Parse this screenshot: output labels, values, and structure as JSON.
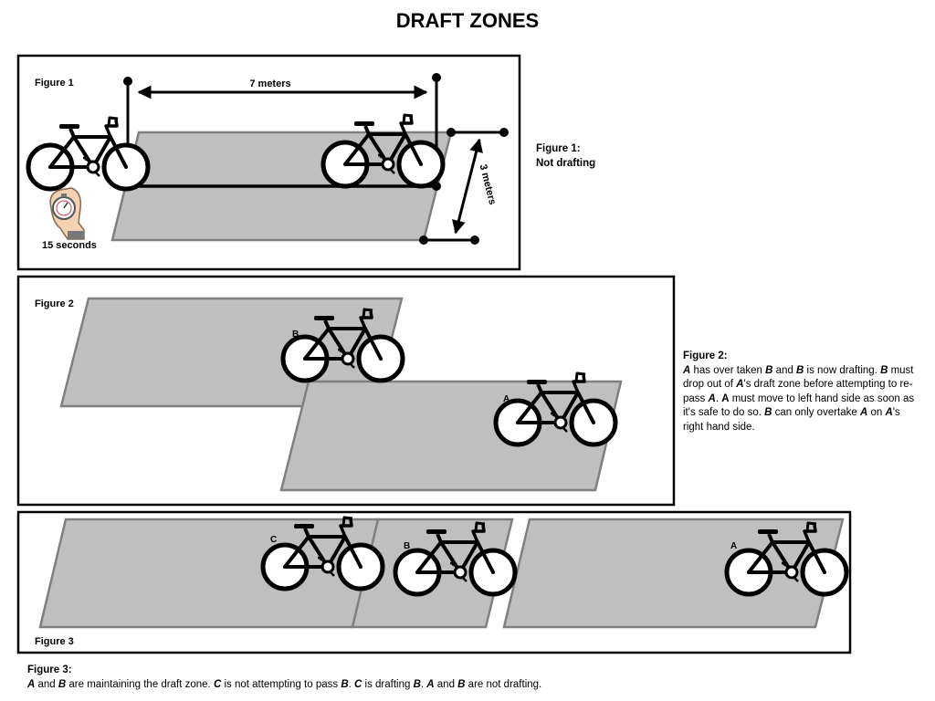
{
  "title": "DRAFT ZONES",
  "figure1": {
    "label": "Figure 1",
    "length_label": "7 meters",
    "width_label": "3 meters",
    "time_label": "15 seconds",
    "caption_head": "Figure 1:",
    "caption_text": "Not drafting"
  },
  "figure2": {
    "label": "Figure 2",
    "rider_b": "B",
    "rider_a": "A",
    "caption_head": "Figure 2:",
    "caption_parts": [
      {
        "t": "A",
        "s": "bi"
      },
      {
        "t": " has over taken ",
        "s": ""
      },
      {
        "t": "B",
        "s": "bi"
      },
      {
        "t": " and ",
        "s": ""
      },
      {
        "t": "B",
        "s": "bi"
      },
      {
        "t": " is now drafting. ",
        "s": ""
      },
      {
        "t": "B",
        "s": "bi"
      },
      {
        "t": " must drop out of ",
        "s": ""
      },
      {
        "t": "A",
        "s": "bi"
      },
      {
        "t": "'s draft zone before attempting to re-pass ",
        "s": ""
      },
      {
        "t": "A",
        "s": "bi"
      },
      {
        "t": ". ",
        "s": ""
      },
      {
        "t": "A",
        "s": "b"
      },
      {
        "t": " must move to left hand side as soon as it's safe to do so. ",
        "s": ""
      },
      {
        "t": "B",
        "s": "bi"
      },
      {
        "t": " can only overtake ",
        "s": ""
      },
      {
        "t": "A",
        "s": "bi"
      },
      {
        "t": " on ",
        "s": ""
      },
      {
        "t": "A",
        "s": "bi"
      },
      {
        "t": "'s right hand side.",
        "s": ""
      }
    ]
  },
  "figure3": {
    "label": "Figure 3",
    "rider_c": "C",
    "rider_b": "B",
    "rider_a": "A",
    "caption_head": "Figure 3:",
    "caption_parts": [
      {
        "t": "A",
        "s": "bi"
      },
      {
        "t": " and ",
        "s": ""
      },
      {
        "t": "B",
        "s": "bi"
      },
      {
        "t": " are maintaining the draft zone. ",
        "s": ""
      },
      {
        "t": "C",
        "s": "bi"
      },
      {
        "t": " is not attempting to pass ",
        "s": ""
      },
      {
        "t": "B",
        "s": "bi"
      },
      {
        "t": ". ",
        "s": ""
      },
      {
        "t": "C",
        "s": "bi"
      },
      {
        "t": " is drafting ",
        "s": ""
      },
      {
        "t": "B",
        "s": "bi"
      },
      {
        "t": ". ",
        "s": ""
      },
      {
        "t": "A",
        "s": "bi"
      },
      {
        "t": " and ",
        "s": ""
      },
      {
        "t": "B",
        "s": "bi"
      },
      {
        "t": " are not drafting.",
        "s": ""
      }
    ]
  },
  "colors": {
    "zone_fill": "#bfbfbf",
    "zone_stroke": "#7f7f7f",
    "ink": "#000000"
  },
  "icons": [
    "bicycle-icon",
    "stopwatch-icon"
  ]
}
